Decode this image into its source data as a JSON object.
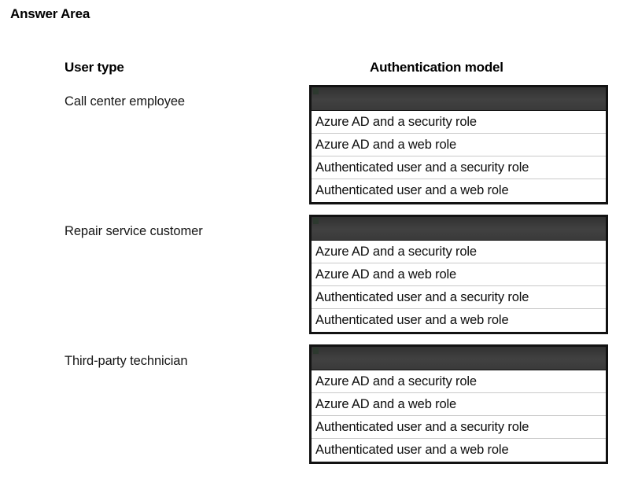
{
  "title": "Answer Area",
  "columns": {
    "user_type": "User type",
    "authentication_model": "Authentication model"
  },
  "options": [
    "Azure AD and a security role",
    "Azure AD and a web role",
    "Authenticated user and a security role",
    "Authenticated user and a web role"
  ],
  "rows": [
    {
      "user_type": "Call center employee",
      "selected": "",
      "options": [
        "Azure AD and a security role",
        "Azure AD and a web role",
        "Authenticated user and a security role",
        "Authenticated user and a web role"
      ]
    },
    {
      "user_type": "Repair service customer",
      "selected": "",
      "options": [
        "Azure AD and a security role",
        "Azure AD and a web role",
        "Authenticated user and a security role",
        "Authenticated user and a web role"
      ]
    },
    {
      "user_type": "Third-party technician",
      "selected": "",
      "options": [
        "Azure AD and a security role",
        "Azure AD and a web role",
        "Authenticated user and a security role",
        "Authenticated user and a web role"
      ]
    }
  ],
  "colors": {
    "selected_bar": "#3a3a3a",
    "border": "#121212",
    "separator": "#c9c9c9",
    "text": "#0d0d0d",
    "background": "#ffffff"
  }
}
